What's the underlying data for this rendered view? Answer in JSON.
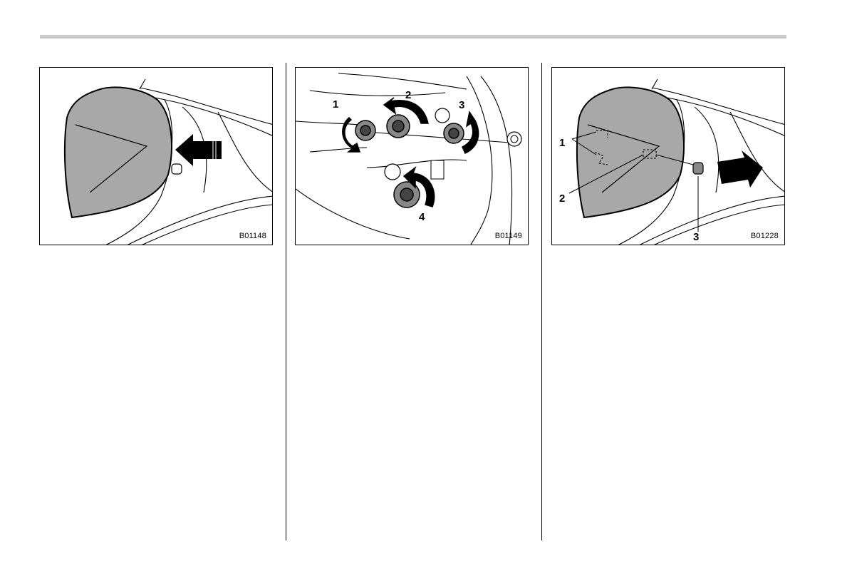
{
  "figures": [
    {
      "code": "B01148",
      "callouts": []
    },
    {
      "code": "B01149",
      "callouts": [
        "1",
        "2",
        "3",
        "4"
      ]
    },
    {
      "code": "B01228",
      "callouts": [
        "1",
        "2",
        "3"
      ]
    }
  ],
  "colors": {
    "lamp_fill": "#a8a8a8",
    "arrow": "#000000",
    "rule": "#c8c8c8"
  },
  "icons": {
    "arrow_left": "push-arrow-icon",
    "arrow_right": "pull-arrow-icon",
    "rotate": "rotate-arrow-icon"
  }
}
